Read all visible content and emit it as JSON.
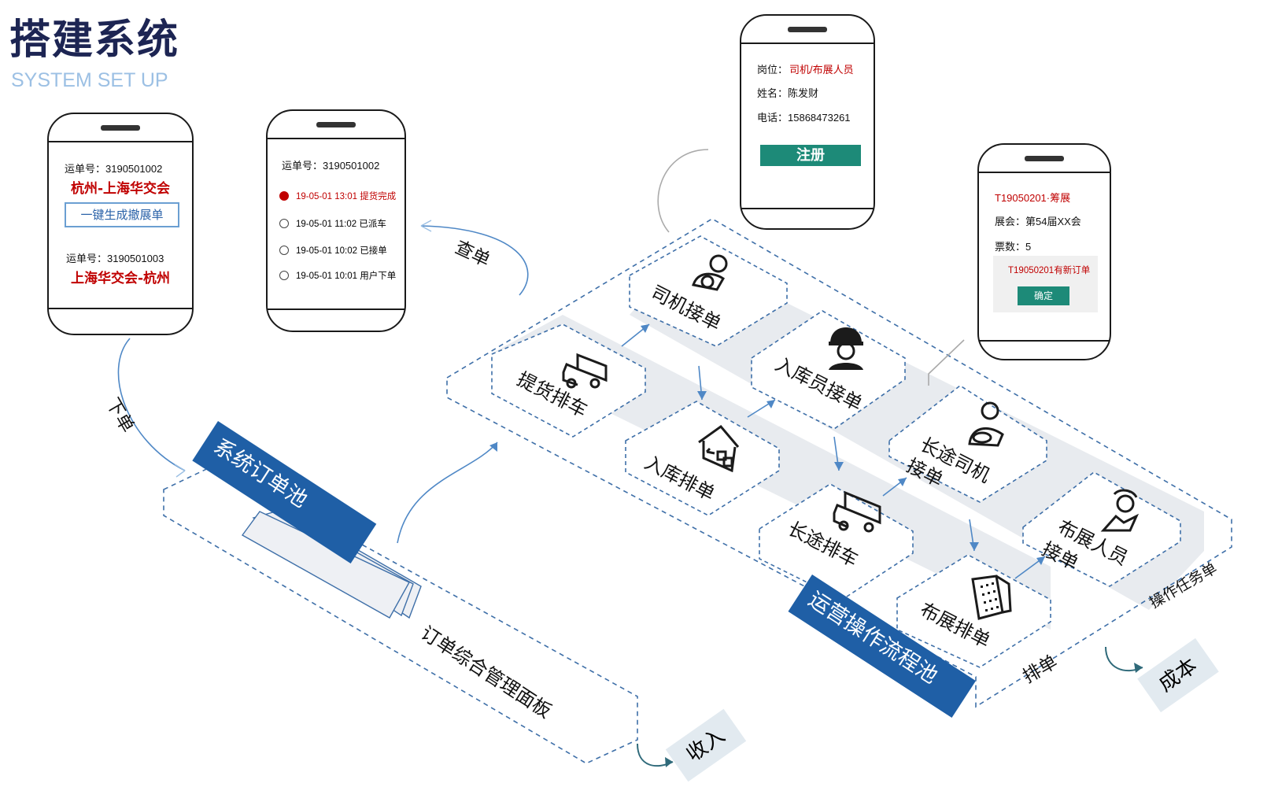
{
  "header": {
    "title": "搭建系统",
    "subtitle": "SYSTEM SET UP"
  },
  "phone_order": {
    "line1": "运单号：3190501002",
    "route1": "杭州-上海华交会",
    "button": "一键生成撤展单",
    "line2": "运单号：3190501003",
    "route2": "上海华交会-杭州"
  },
  "phone_track": {
    "waybill": "运单号：3190501002",
    "timeline": [
      {
        "text": "19-05-01 13:01 提货完成",
        "active": true
      },
      {
        "text": "19-05-01 11:02 已派车",
        "active": false
      },
      {
        "text": "19-05-01 10:02 已接单",
        "active": false
      },
      {
        "text": "19-05-01 10:01 用户下单",
        "active": false
      }
    ]
  },
  "phone_register": {
    "role_label": "岗位：",
    "role_value": "司机/布展人员",
    "name": "姓名：陈发财",
    "phone": "电话：15868473261",
    "button": "注册"
  },
  "phone_notify": {
    "code": "T19050201·筹展",
    "expo": "展会：第54届XX会",
    "tickets": "票数：5",
    "alert": "T19050201有新订单",
    "button": "确定"
  },
  "flow_labels": {
    "place_order": "下单",
    "check_order": "查单",
    "income": "收入",
    "cost": "成本",
    "schedule": "排单",
    "tasks": "操作任务单"
  },
  "pools": {
    "order_pool": "系统订单池",
    "order_panel": "订单综合管理面板",
    "ops_pool": "运营操作流程池"
  },
  "nodes": {
    "pickup": "提货排车",
    "driver_accept": "司机接单",
    "warehouse_schedule": "入库排单",
    "warehouse_accept": "入库员接单",
    "longhaul_schedule": "长途排车",
    "longhaul_driver": "长途司机",
    "longhaul_driver_2": "接单",
    "setup_schedule": "布展排单",
    "setup_staff": "布展人员",
    "setup_staff_2": "接单"
  },
  "icons": {
    "pickup": "truck-icon",
    "driver_accept": "driver-person-icon",
    "warehouse_schedule": "warehouse-house-icon",
    "warehouse_accept": "worker-helmet-icon",
    "longhaul_schedule": "truck-icon",
    "longhaul_driver": "driver-person-icon",
    "setup_schedule": "building-icon",
    "setup_staff": "staff-icon"
  },
  "colors": {
    "accent_blue": "#1f5fa6",
    "red": "#c00000",
    "teal": "#1d8a78",
    "title": "#1d2553"
  }
}
